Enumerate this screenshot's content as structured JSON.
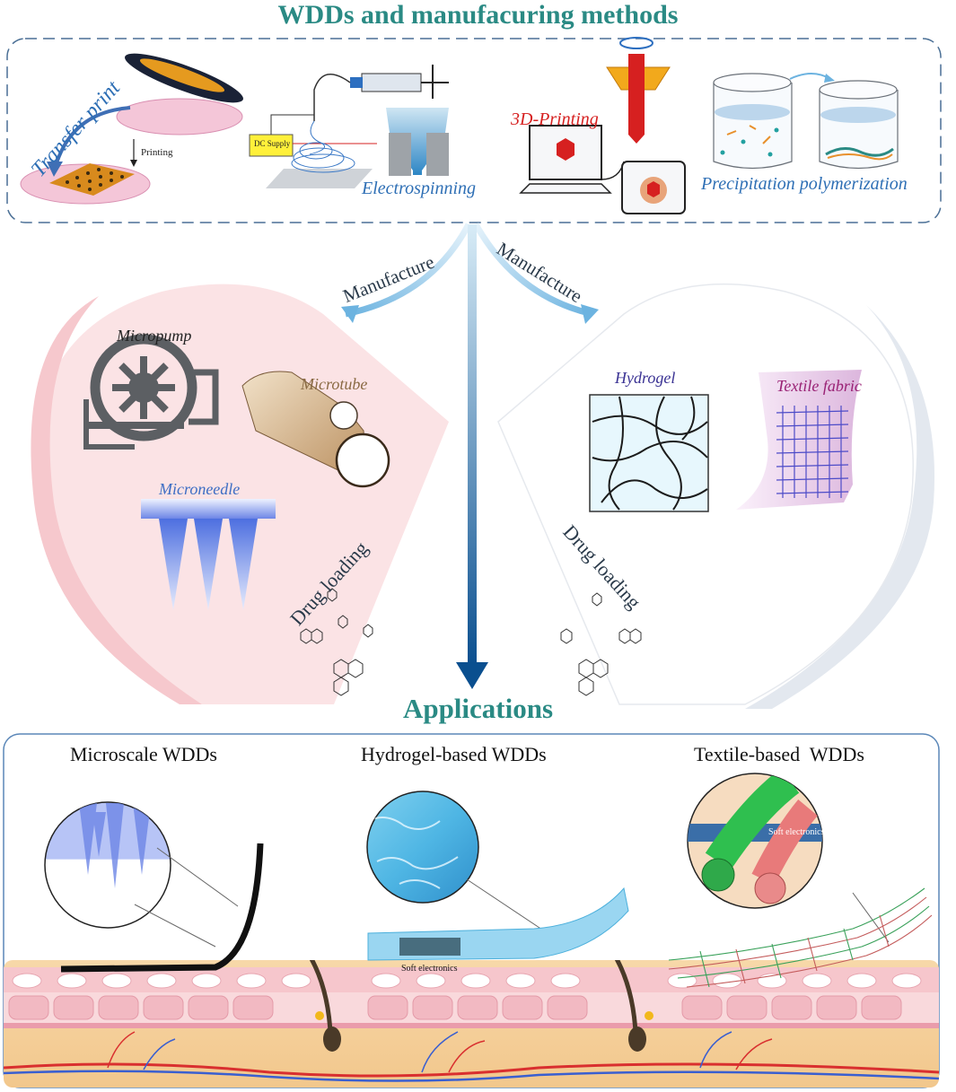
{
  "header": {
    "title": "WDDs and manufacuring methods"
  },
  "methods": {
    "transfer_print": "Transfer print",
    "printing": "Printing",
    "dc_supply": "DC Supply",
    "electrospinning": "Electrospinning",
    "printing_3d": "3D-Printing",
    "precipitation": "Precipitation polymerization"
  },
  "flow": {
    "manufacture_left": "Manufacture",
    "manufacture_right": "Manufacture"
  },
  "left_panel": {
    "micropump": "Micropump",
    "microtube": "Microtube",
    "microneedle": "Microneedle",
    "drug_loading": "Drug loading"
  },
  "right_panel": {
    "hydrogel": "Hydrogel",
    "textile_fabric": "Textile fabric",
    "drug_loading": "Drug loading"
  },
  "applications": {
    "title": "Applications",
    "microscale": "Microscale WDDs",
    "hydrogel_based": "Hydrogel-based WDDs",
    "textile_based": "Textile-based  WDDs",
    "soft_electronics_hydrogel": "Soft electronics",
    "soft_electronics_textile": "Soft electronics"
  },
  "colors": {
    "title_teal": "#2a8a84",
    "left_lobe_pink": "#fbe3e5",
    "right_lobe_grey": "#e3e8ef",
    "arrow_blue": "#0e5a9a",
    "electrospinning_blue": "#2e6fb5",
    "printing_red": "#d62020",
    "hydrogel_purple": "#3b3394",
    "textile_magenta": "#9a2275"
  }
}
